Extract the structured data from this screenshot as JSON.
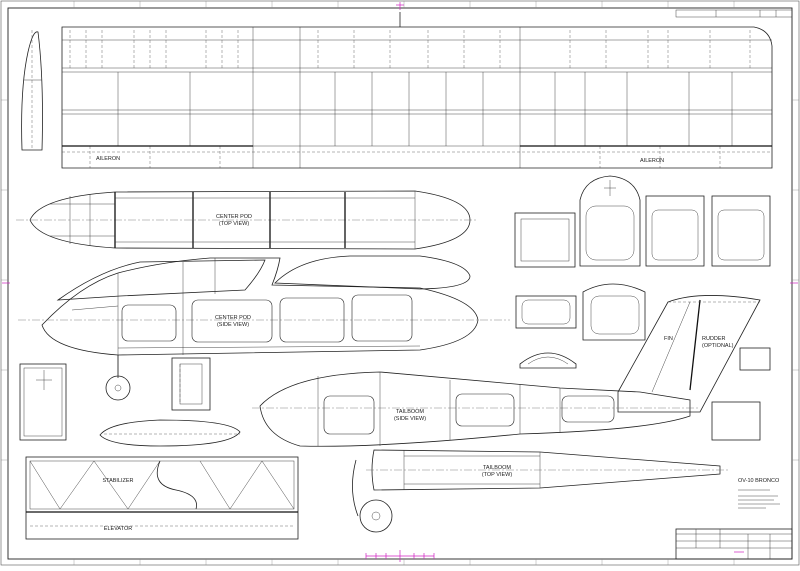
{
  "labels": {
    "aileron_left": "AILERON",
    "aileron_right": "AILERON",
    "center_pod_top": "CENTER POD",
    "center_pod_top_sub": "(TOP VIEW)",
    "center_pod_side": "CENTER POD",
    "center_pod_side_sub": "(SIDE VIEW)",
    "fin": "FIN",
    "rudder": "RUDDER",
    "rudder_sub": "(OPTIONAL)",
    "tailboom_side": "TAILBOOM",
    "tailboom_side_sub": "(SIDE VIEW)",
    "tailboom_top": "TAILBOOM",
    "tailboom_top_sub": "(TOP VIEW)",
    "stabilizer": "STABILIZER",
    "elevator": "ELEVATOR",
    "plane_name": "OV-10 BRONCO"
  }
}
